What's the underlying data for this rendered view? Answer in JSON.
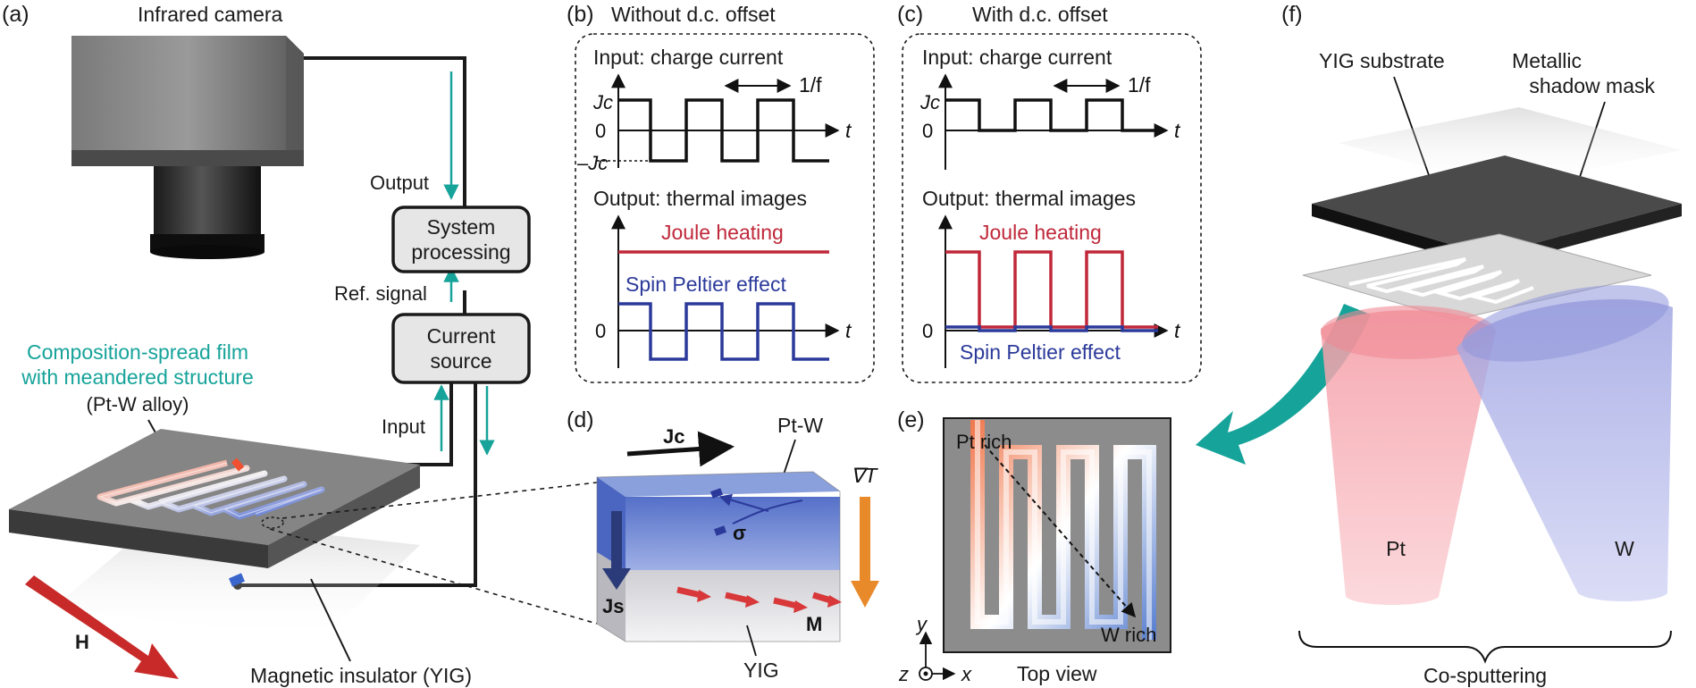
{
  "panels": {
    "a": {
      "letter": "(a)",
      "camera": "Infrared camera",
      "output": "Output",
      "system_processing": [
        "System",
        "processing"
      ],
      "ref_signal": "Ref. signal",
      "current_source": [
        "Current",
        "source"
      ],
      "input": "Input",
      "film_label": [
        "Composition-spread film",
        "with meandered structure"
      ],
      "alloy": "(Pt-W alloy)",
      "magnetic_insulator": "Magnetic insulator (YIG)",
      "field": "H"
    },
    "b": {
      "letter": "(b)",
      "title": "Without d.c. offset",
      "input_title": "Input: charge current",
      "period": "1/f",
      "jc": "Jc",
      "zero": "0",
      "neg_jc": "–Jc",
      "t": "t",
      "output_title": "Output: thermal images",
      "joule": "Joule heating",
      "spe": "Spin Peltier effect"
    },
    "c": {
      "letter": "(c)",
      "title": "With d.c. offset",
      "input_title": "Input: charge current",
      "period": "1/f",
      "jc": "Jc",
      "zero": "0",
      "t": "t",
      "output_title": "Output: thermal images",
      "joule": "Joule heating",
      "spe": "Spin Peltier effect"
    },
    "d": {
      "letter": "(d)",
      "jc": "Jc",
      "ptw": "Pt-W",
      "grad_t": "∇T",
      "sigma": "σ",
      "js": "Js",
      "m": "M",
      "yig": "YIG"
    },
    "e": {
      "letter": "(e)",
      "pt_rich": "Pt rich",
      "w_rich": "W rich",
      "y": "y",
      "z": "z",
      "x": "x",
      "top_view": "Top view"
    },
    "f": {
      "letter": "(f)",
      "yig_substrate": "YIG substrate",
      "mask": [
        "Metallic",
        "shadow mask"
      ],
      "pt": "Pt",
      "w": "W",
      "cosputter": "Co-sputtering"
    }
  },
  "colors": {
    "teal": "#16a39a",
    "red": "#c0283a",
    "blue": "#2b3a9a",
    "orange": "#e8892a",
    "arrow_red": "#c82a2a"
  }
}
